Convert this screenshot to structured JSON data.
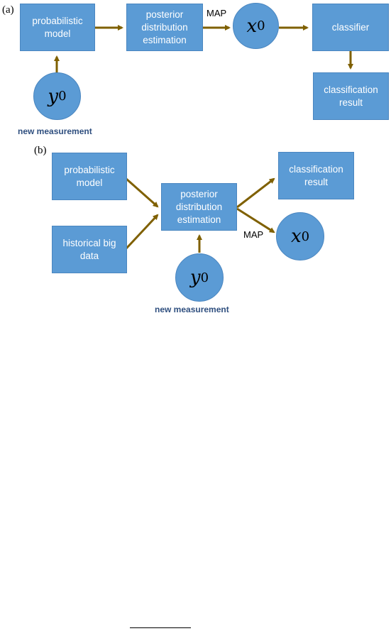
{
  "panel_a": {
    "label": "(a)",
    "probabilistic_model": "probabilistic model",
    "posterior_estimation": "posterior distribution estimation",
    "map_label": "MAP",
    "x_var": "x",
    "x_sub": "0",
    "classifier": "classifier",
    "classification_result": "classification result",
    "y_var": "y",
    "y_sub": "0",
    "new_measurement": "new measurement"
  },
  "panel_b": {
    "label": "(b)",
    "probabilistic_model": "probabilistic model",
    "historical_big_data": "historical big data",
    "posterior_estimation": "posterior distribution estimation",
    "classification_result": "classification result",
    "map_label": "MAP",
    "x_var": "x",
    "x_sub": "0",
    "y_var": "y",
    "y_sub": "0",
    "new_measurement": "new measurement"
  },
  "colors": {
    "node_fill": "#5b9bd5",
    "arrow": "#7f6000",
    "caption": "#2f4f7f"
  }
}
